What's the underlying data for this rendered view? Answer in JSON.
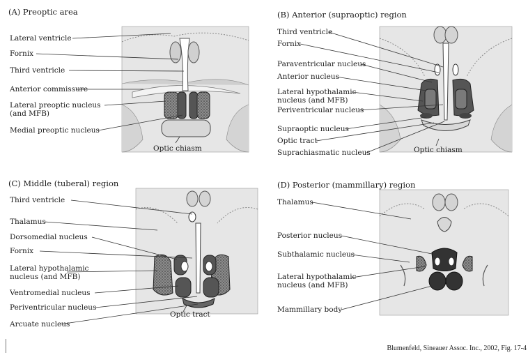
{
  "panels": {
    "a": {
      "title": "(A) Preoptic area",
      "labels": [
        "Lateral ventricle",
        "Fornix",
        "Third ventricle",
        "Anterior commissure",
        "Lateral preoptic nucleus",
        "(and MFB)",
        "Medial preoptic nucleus"
      ],
      "bottom": "Optic chiasm"
    },
    "b": {
      "title": "(B) Anterior (supraoptic) region",
      "labels": [
        "Third ventricle",
        "Fornix",
        "Paraventricular nucleus",
        "Anterior nucleus",
        "Lateral hypothalamic",
        "nucleus (and MFB)",
        "Periventricular nucleus",
        "Supraoptic nucleus",
        "Optic tract",
        "Suprachiasmatic nucleus"
      ],
      "bottom": "Optic chiasm"
    },
    "c": {
      "title": "(C) Middle (tuberal) region",
      "labels": [
        "Third ventricle",
        "Thalamus",
        "Dorsomedial nucleus",
        "Fornix",
        "Lateral hypothalamic",
        "nucleus (and MFB)",
        "Ventromedial nucleus",
        "Periventricular nucleus",
        "Arcuate nucleus"
      ],
      "bottom": "Optic tract"
    },
    "d": {
      "title": "(D) Posterior (mammillary) region",
      "labels": [
        "Thalamus",
        "Posterior nucleus",
        "Subthalamic nucleus",
        "Lateral hypothalamic",
        "nucleus (and MFB)",
        "Mammillary body"
      ]
    }
  },
  "credit": "Blumenfeld, Sineauer Assoc. Inc., 2002, Fig. 17-4"
}
